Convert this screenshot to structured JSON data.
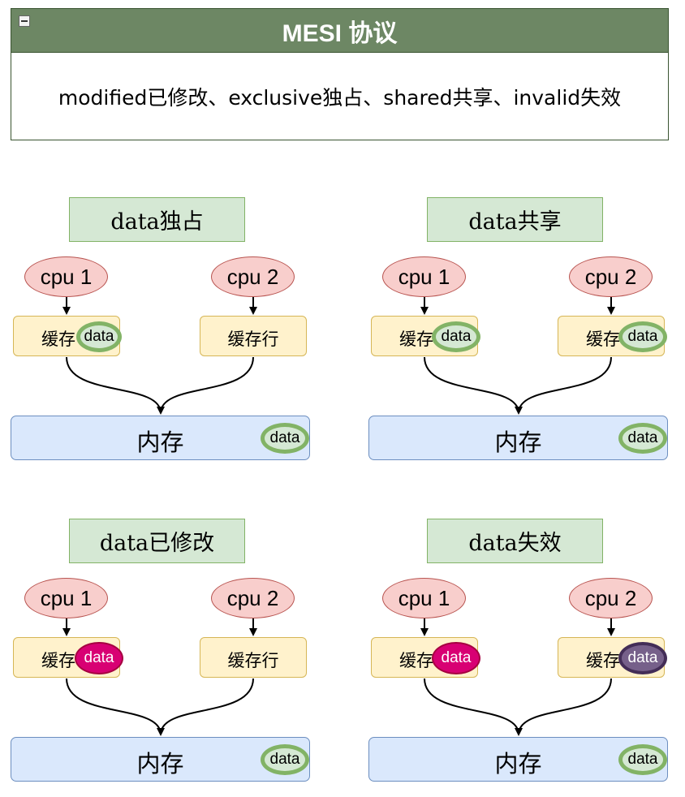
{
  "header": {
    "title": "MESI 协议",
    "description": "modified已修改、exclusive独占、shared共享、invalid失效"
  },
  "common": {
    "cpu1": "cpu 1",
    "cpu2": "cpu 2",
    "cache_partial": "缓存",
    "cache_full": "缓存行",
    "memory": "内存",
    "data": "data"
  },
  "panels": [
    {
      "label": "data独占"
    },
    {
      "label": "data共享"
    },
    {
      "label": "data已修改"
    },
    {
      "label": "data失效"
    }
  ],
  "colors": {
    "header_bg": "#6d8764",
    "label_bg": "#d5e8d4",
    "cpu_bg": "#f8cecc",
    "cache_bg": "#fff2cc",
    "memory_bg": "#dae8fc",
    "data_valid": "#d5e8d4",
    "data_modified": "#d80073",
    "data_invalid": "#76608a"
  }
}
